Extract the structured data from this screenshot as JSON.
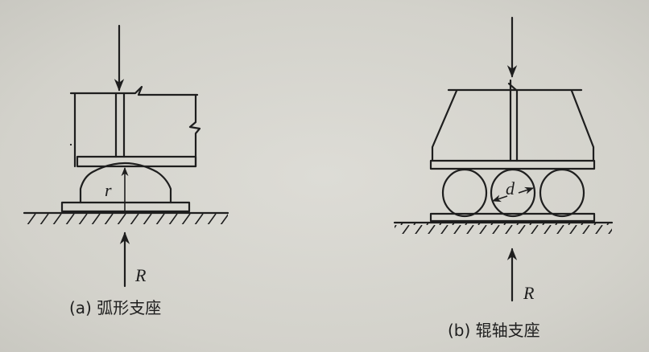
{
  "figure_a": {
    "caption": "(a) 弧形支座",
    "radius_label": "r",
    "reaction_label": "R"
  },
  "figure_b": {
    "caption": "(b) 辊轴支座",
    "diameter_label": "d",
    "reaction_label": "R"
  },
  "colors": {
    "ink": "#1e1e1e",
    "paper": "#d6d5cf"
  }
}
